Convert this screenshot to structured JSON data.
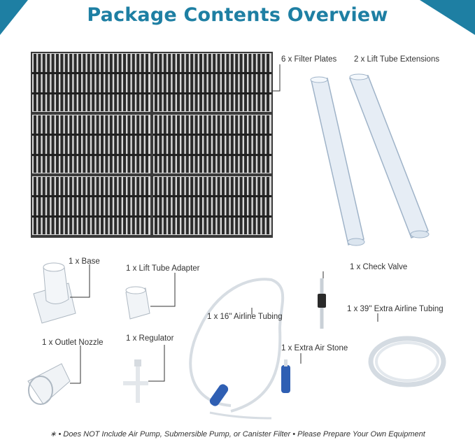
{
  "title": "Package Contents Overview",
  "items": {
    "filter_plates": "6 x Filter Plates",
    "lift_tube_extensions": "2 x Lift Tube Extensions",
    "base": "1 x Base",
    "lift_tube_adapter": "1 x Lift Tube Adapter",
    "airline_tubing_16": "1 x 16\" Airline Tubing",
    "check_valve": "1 x Check Valve",
    "airline_tubing_39": "1 x 39\" Extra Airline Tubing",
    "outlet_nozzle": "1 x Outlet Nozzle",
    "regulator": "1 x Regulator",
    "extra_air_stone": "1 x Extra Air Stone"
  },
  "footer": "∗ • Does NOT Include Air Pump, Submersible Pump, or Canister Filter  • Please Prepare Your Own Equipment",
  "colors": {
    "accent": "#1e7fa3",
    "plate": "#2b2b2b",
    "air_stone": "#2f5fb3"
  }
}
